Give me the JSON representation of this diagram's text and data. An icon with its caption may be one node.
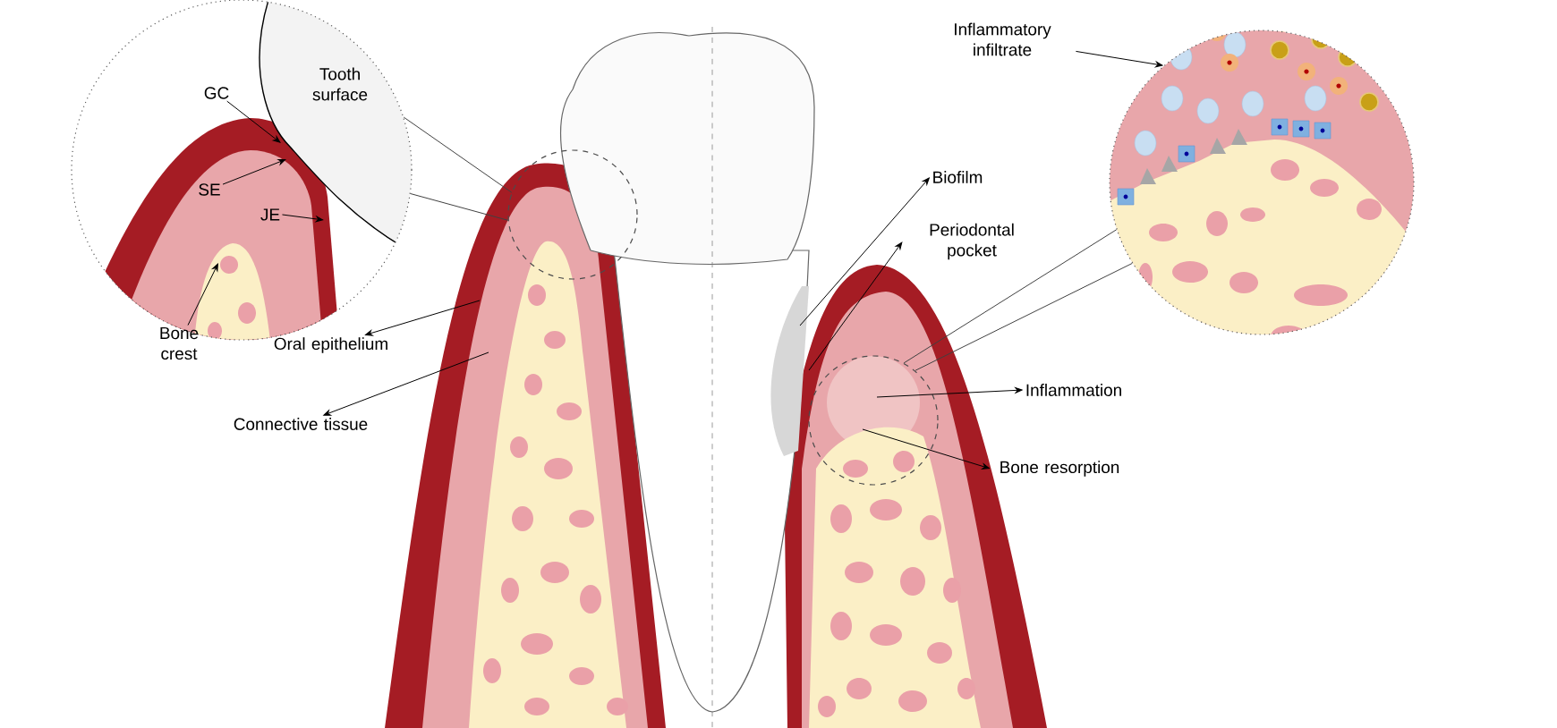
{
  "diagram": {
    "nodes": [
      {
        "text": [],
        "shape": "circle"
      },
      {
        "text": [
          "GC"
        ],
        "in": 0
      },
      {
        "text": [
          "Tooth surface"
        ],
        "in": 0
      },
      {
        "text": [
          "SE"
        ],
        "in": 0
      },
      {
        "text": [
          "JE"
        ],
        "in": 0
      },
      {
        "text": [
          "Bone crest"
        ]
      },
      {
        "text": [
          "Oral epithelium"
        ]
      },
      {
        "text": [
          "Connective tissue"
        ]
      },
      {
        "text": [],
        "shape": "circle"
      },
      {
        "text": [
          "Inflammatory infiltrate"
        ]
      },
      {
        "text": [],
        "shape": "circle"
      },
      {
        "text": [
          "Biofilm"
        ]
      },
      {
        "text": [
          "Periodontal pocket"
        ]
      },
      {
        "text": [],
        "shape": "circle"
      },
      {
        "text": [
          "Inflammation"
        ]
      },
      {
        "text": [
          "Bone resorption"
        ]
      }
    ],
    "edges": [
      {
        "from": 1,
        "to": null,
        "arrow": "to"
      },
      {
        "from": 3,
        "to": null,
        "arrow": "to"
      },
      {
        "from": 4,
        "to": null,
        "arrow": "to"
      },
      {
        "from": 5,
        "to": null,
        "arrow": "to"
      },
      {
        "from": null,
        "to": 6,
        "arrow": "to"
      },
      {
        "from": null,
        "to": 7,
        "arrow": "to"
      },
      {
        "from": 0,
        "to": 8,
        "arrow": "none"
      },
      {
        "from": 0,
        "to": 8,
        "arrow": "none"
      },
      {
        "from": 9,
        "to": 10,
        "arrow": "to"
      },
      {
        "from": null,
        "to": 11,
        "arrow": "to"
      },
      {
        "from": 13,
        "to": 12,
        "arrow": "to"
      },
      {
        "from": 13,
        "to": 10,
        "arrow": "none"
      },
      {
        "from": 13,
        "to": 10,
        "arrow": "none"
      },
      {
        "from": 13,
        "to": 14,
        "arrow": "to"
      },
      {
        "from": 13,
        "to": 15,
        "arrow": "to"
      }
    ]
  }
}
